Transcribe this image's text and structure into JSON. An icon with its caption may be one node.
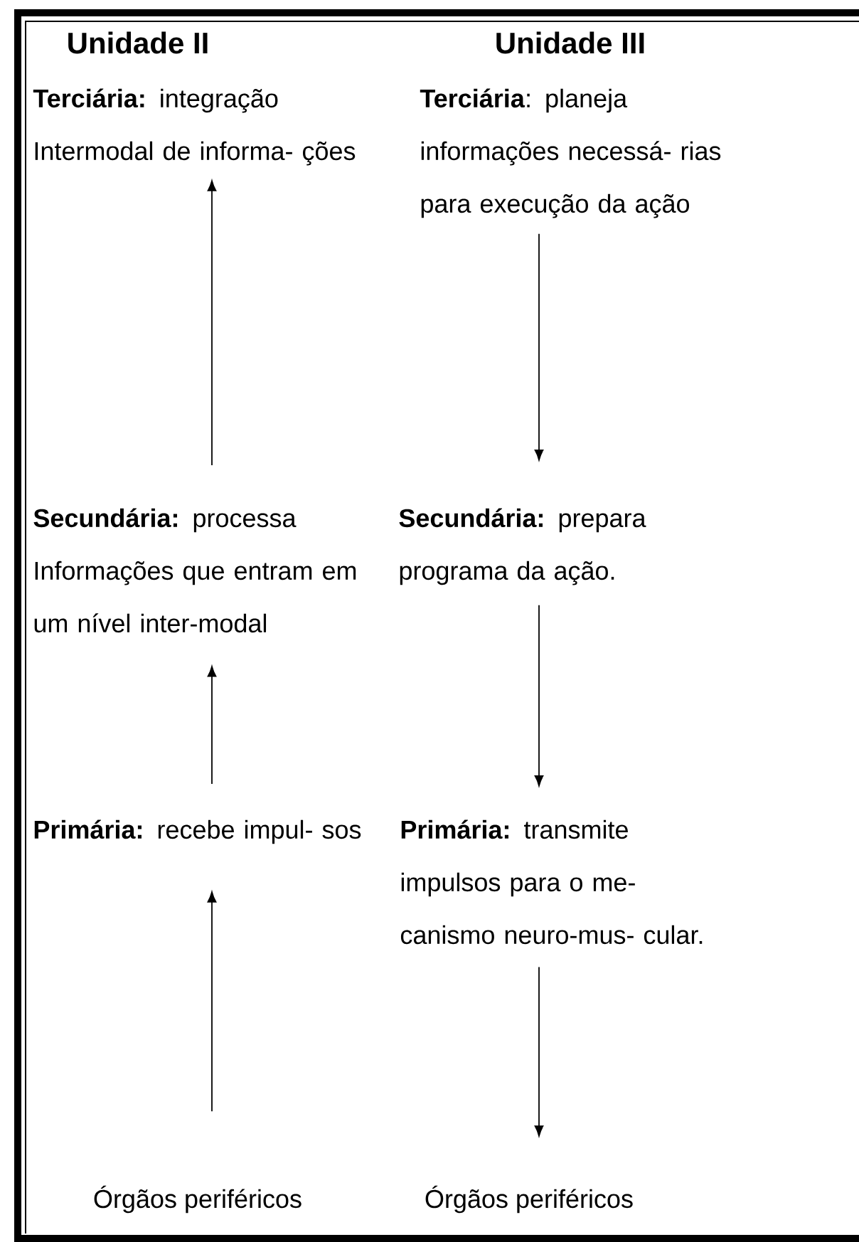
{
  "diagram": {
    "nodes": [
      {
        "text": [
          "**Terciária:** integração Intermodal de informa- ções"
        ]
      },
      {
        "text": [
          "**Terciária**: planeja informações necessá- rias para execução da ação"
        ]
      },
      {
        "text": [
          "**Secundária:** processa Informações que entram em um nível inter-modal"
        ]
      },
      {
        "text": [
          "**Secundária:** prepara programa da ação."
        ]
      },
      {
        "text": [
          "**Primária:** recebe impul- sos"
        ]
      },
      {
        "text": [
          "**Primária:** transmite impulsos para o me- canismo neuro-mus- cular."
        ]
      },
      {
        "text": [
          "Órgãos periféricos"
        ]
      },
      {
        "text": [
          "Órgãos periféricos"
        ]
      }
    ],
    "edges": [
      {
        "from": 6,
        "to": 4,
        "arrow": "to"
      },
      {
        "from": 4,
        "to": 2,
        "arrow": "to"
      },
      {
        "from": 2,
        "to": 0,
        "arrow": "to"
      },
      {
        "from": 1,
        "to": 3,
        "arrow": "to"
      },
      {
        "from": 3,
        "to": 5,
        "arrow": "to"
      },
      {
        "from": 5,
        "to": 7,
        "arrow": "to"
      }
    ],
    "labels": [
      "Unidade II",
      "Unidade III"
    ]
  }
}
